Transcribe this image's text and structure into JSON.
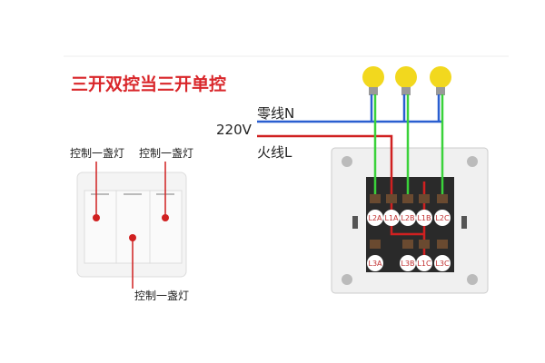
{
  "title": "三开双控当三开单控",
  "labels": {
    "left_top_1": "控制一盏灯",
    "left_top_2": "控制一盏灯",
    "left_bottom": "控制一盏灯"
  },
  "voltage": "220V",
  "neutral": "零线N",
  "live": "火线L",
  "terminals_top": [
    "L2A",
    "L1A",
    "L2B",
    "L1B",
    "L2C"
  ],
  "terminals_bottom": [
    "L3A",
    "L3B",
    "L1C",
    "L3C"
  ],
  "colors": {
    "title": "#d9262a",
    "neutral": "#2a5fd0",
    "live": "#d02020",
    "load": "#3ad23a",
    "bulb": "#f2d81e"
  }
}
